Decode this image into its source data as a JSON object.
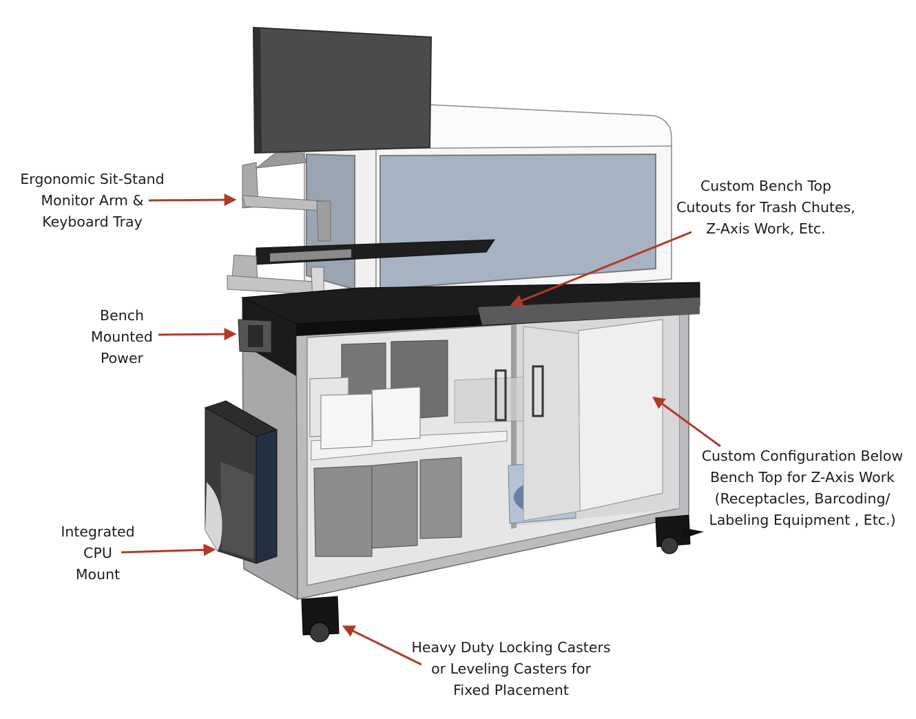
{
  "callouts": {
    "monitor_arm": [
      "Ergonomic Sit-Stand",
      "Monitor Arm &",
      "Keyboard Tray"
    ],
    "bench_power": [
      "Bench",
      "Mounted",
      "Power"
    ],
    "cpu_mount": [
      "Integrated",
      "CPU",
      "Mount"
    ],
    "bench_top_cutouts": [
      "Custom Bench Top",
      "Cutouts for Trash Chutes,",
      "Z-Axis Work, Etc."
    ],
    "below_bench_config": [
      "Custom Configuration Below",
      "Bench Top for Z-Axis Work",
      "(Receptacles, Barcoding/",
      "Labeling Equipment , Etc.)"
    ],
    "casters": [
      "Heavy Duty Locking Casters",
      "or Leveling Casters for",
      "Fixed Placement"
    ]
  },
  "colors": {
    "arrow": "#b03a26",
    "frame": "#b9b9bc",
    "bench_top": "#1c1c1d",
    "glass": "#a6b3c2",
    "monitor": "#4b4b4b"
  }
}
